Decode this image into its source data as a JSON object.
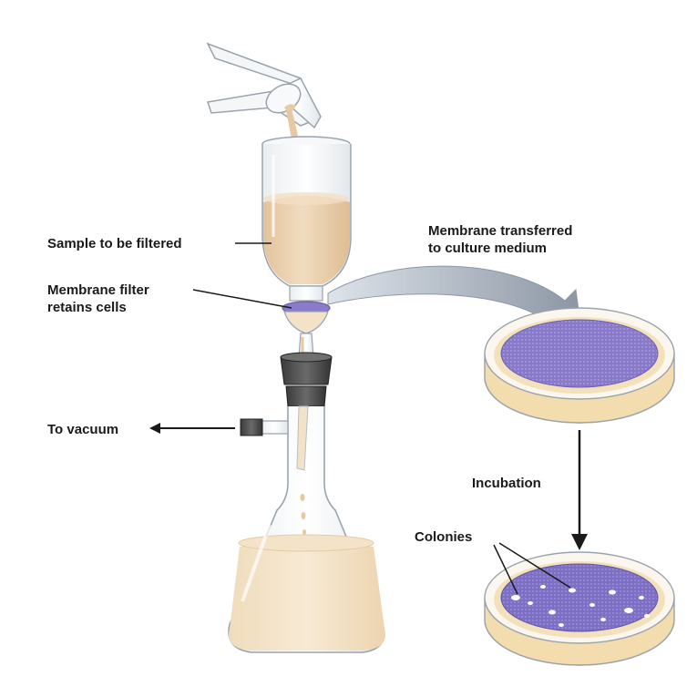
{
  "labels": {
    "sample": "Sample to be filtered",
    "membrane_line1": "Membrane filter",
    "membrane_line2": "retains cells",
    "vacuum": "To vacuum",
    "transferred_line1": "Membrane transferred",
    "transferred_line2": "to culture medium",
    "incubation": "Incubation",
    "colonies": "Colonies"
  },
  "colors": {
    "sample_liquid": "#ecd3b1",
    "membrane": "#8a7cc8",
    "culture_medium": "#f3dcae",
    "stopper": "#4b4b4b",
    "arrow": "#8c97a6",
    "label_text": "#1a1a1a"
  }
}
